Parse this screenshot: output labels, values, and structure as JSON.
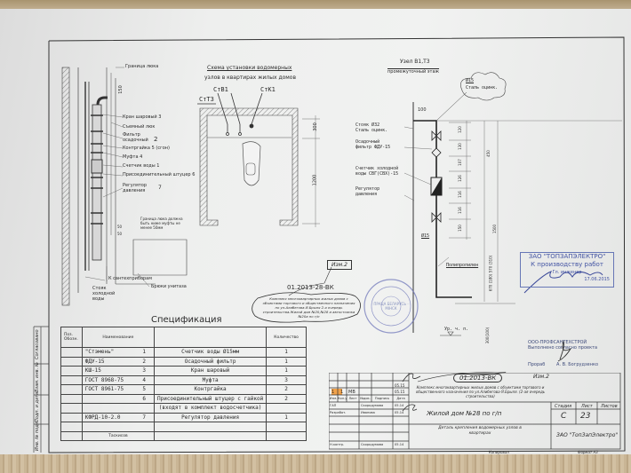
{
  "left_side_labels": [
    "Согласовано",
    "Взам. инв. №",
    "Подп. и дата",
    "Инв. № подл."
  ],
  "left_detail": {
    "labels": {
      "hatch_border": "Граница люка",
      "ball_valve": "Кран шаровый",
      "ball_valve_pos": "3",
      "removable_hatch": "Съемный люк",
      "filter": "Фильтр осадочный",
      "filter_pos": "2",
      "locknut": "Контргайка",
      "locknut_pos": "5",
      "locknut_note": "(сгон)",
      "coupling": "Муфта",
      "coupling_pos": "4",
      "meter": "Счетчик воды",
      "meter_pos": "1",
      "fitting": "Присоединительный штуцер",
      "fitting_pos": "6",
      "regulator": "Регулятор давления",
      "regulator_pos": "7",
      "hatch_note": "Граница люка должна быть ниже муфты не менее 50мм",
      "to_fixtures": "К сантехприборам",
      "riser": "Стояк холодной воды",
      "toilet_trunk": "Брюки унитаза"
    },
    "dims": [
      "150",
      "50",
      "50"
    ]
  },
  "scheme": {
    "title_line1": "Схема установки водомерных",
    "title_line2": "узлов в квартирах жилых домов",
    "risers": [
      "СтВ1",
      "СтК1",
      "СтТ3"
    ],
    "dims": [
      "300",
      "1200"
    ]
  },
  "node": {
    "title": "Узел В1,Т3",
    "subtitle": "промежуточный этаж",
    "cloud_line1": "Ø15",
    "cloud_line2": "Сталь оцинк.",
    "labels": [
      {
        "l1": "Стояк Ø32",
        "l2": "Сталь оцинк."
      },
      {
        "l1": "Осадочный",
        "l2": "фильтр ФДУ-15"
      },
      {
        "l1": "Счетчик холодной",
        "l2": "воды СВГ(СВХ)-15"
      },
      {
        "l1": "Регулятор",
        "l2": "давления"
      }
    ],
    "top_dim": "100",
    "dims": [
      "120",
      "130",
      "107",
      "126",
      "116",
      "116",
      "150"
    ],
    "total_dims": [
      "450",
      "670 (180) 570 (310)",
      "1500",
      "300(100)"
    ],
    "pipe_dn": "Ø15",
    "material": "Полипропилен",
    "floor_mark": "Ур. ч. п."
  },
  "revision": {
    "mark": "Изм.2",
    "code": "01.2013-28-ВК",
    "note": "Комплекс многоквартирных жилых домов с объектами торгового и общественного назначения по ул.Алибегова-Я.Брыля 2-я очередь строительства.Жилой дом №20,№28 и автостоянка №20а по г/п"
  },
  "round_stamp": "ПРАЦА БЕЛАРУСЬ · МІНСК",
  "approval_stamp": {
    "line1": "ЗАО \"ТОПЗАПЭЛЕКТРО\"",
    "line2": "К производству работ",
    "line3": "Гл. инженер",
    "date": "17.06.2015"
  },
  "contractor_stamp": {
    "line1": "ООО-ПРОФСАНТЕХСТРОЙ",
    "line2": "Выполнено согласно проекта",
    "role": "Прораб",
    "name": "А. В. Богрудзенко"
  },
  "specification": {
    "title": "Спецификация",
    "headers": [
      "Поз. Обозн.",
      "Наименование",
      "",
      "Количество"
    ],
    "rows": [
      {
        "code": "\"Стэмень\"",
        "pos": "1",
        "name": "Счетчик воды Ø15мм",
        "qty": "1"
      },
      {
        "code": "ФДУ-15",
        "pos": "2",
        "name": "Осадочный фильтр",
        "qty": "1"
      },
      {
        "code": "КШ-15",
        "pos": "3",
        "name": "Кран шаровый",
        "qty": "1"
      },
      {
        "code": "ГОСТ 8968-75",
        "pos": "4",
        "name": "Муфта",
        "qty": "3"
      },
      {
        "code": "ГОСТ 8961-75",
        "pos": "5",
        "name": "Контргайка",
        "qty": "2"
      },
      {
        "code": "",
        "pos": "6",
        "name": "Присоединительный штуцер с гайкой",
        "qty": "2"
      },
      {
        "code": "",
        "pos": "",
        "name": "(входят в комплект водосчетчика)",
        "qty": ""
      },
      {
        "code": "КФРД-10-2.0",
        "pos": "7",
        "name": "Регулятор давления",
        "qty": "1"
      },
      {
        "code": "",
        "pos": "",
        "name": "",
        "qty": ""
      }
    ],
    "footer": "Таскисов"
  },
  "title_block": {
    "doc_code": "01.2013-ВК",
    "rev_mark": "Изм.2",
    "project": "Комплекс многоквартирных жилых домов с объектами торгового и общественного назначения по ул.Алибегова-Я.Брыля. (2-ая очередь строительства)",
    "rev_row": {
      "izm": "1",
      "kol": "1",
      "list": "МВ",
      "date1": "05.15",
      "date2": "05.15"
    },
    "col_headers": [
      "Изм.",
      "Кол.уч",
      "Лист",
      "№док.",
      "Подпись",
      "Дата"
    ],
    "people": [
      {
        "role": "ГАП",
        "name": "Скородумова",
        "date": "05.14"
      },
      {
        "role": "Разработ.",
        "name": "Иванова",
        "date": "05.14"
      },
      {
        "role": "Н.контр.",
        "name": "Скородумова",
        "date": "05.14"
      }
    ],
    "object": "Жилой дом №28 по г/п",
    "stage_label": "Стадия",
    "sheet_label": "Лист",
    "sheets_label": "Листов",
    "stage": "С",
    "sheet": "23",
    "sheets": "",
    "drawing_title": "Деталь крепления водомерных узлов в квартирах",
    "company": "ЗАО \"ТопЗапЭлектро\"",
    "copied": "Копировал",
    "format": "Формат А3"
  }
}
